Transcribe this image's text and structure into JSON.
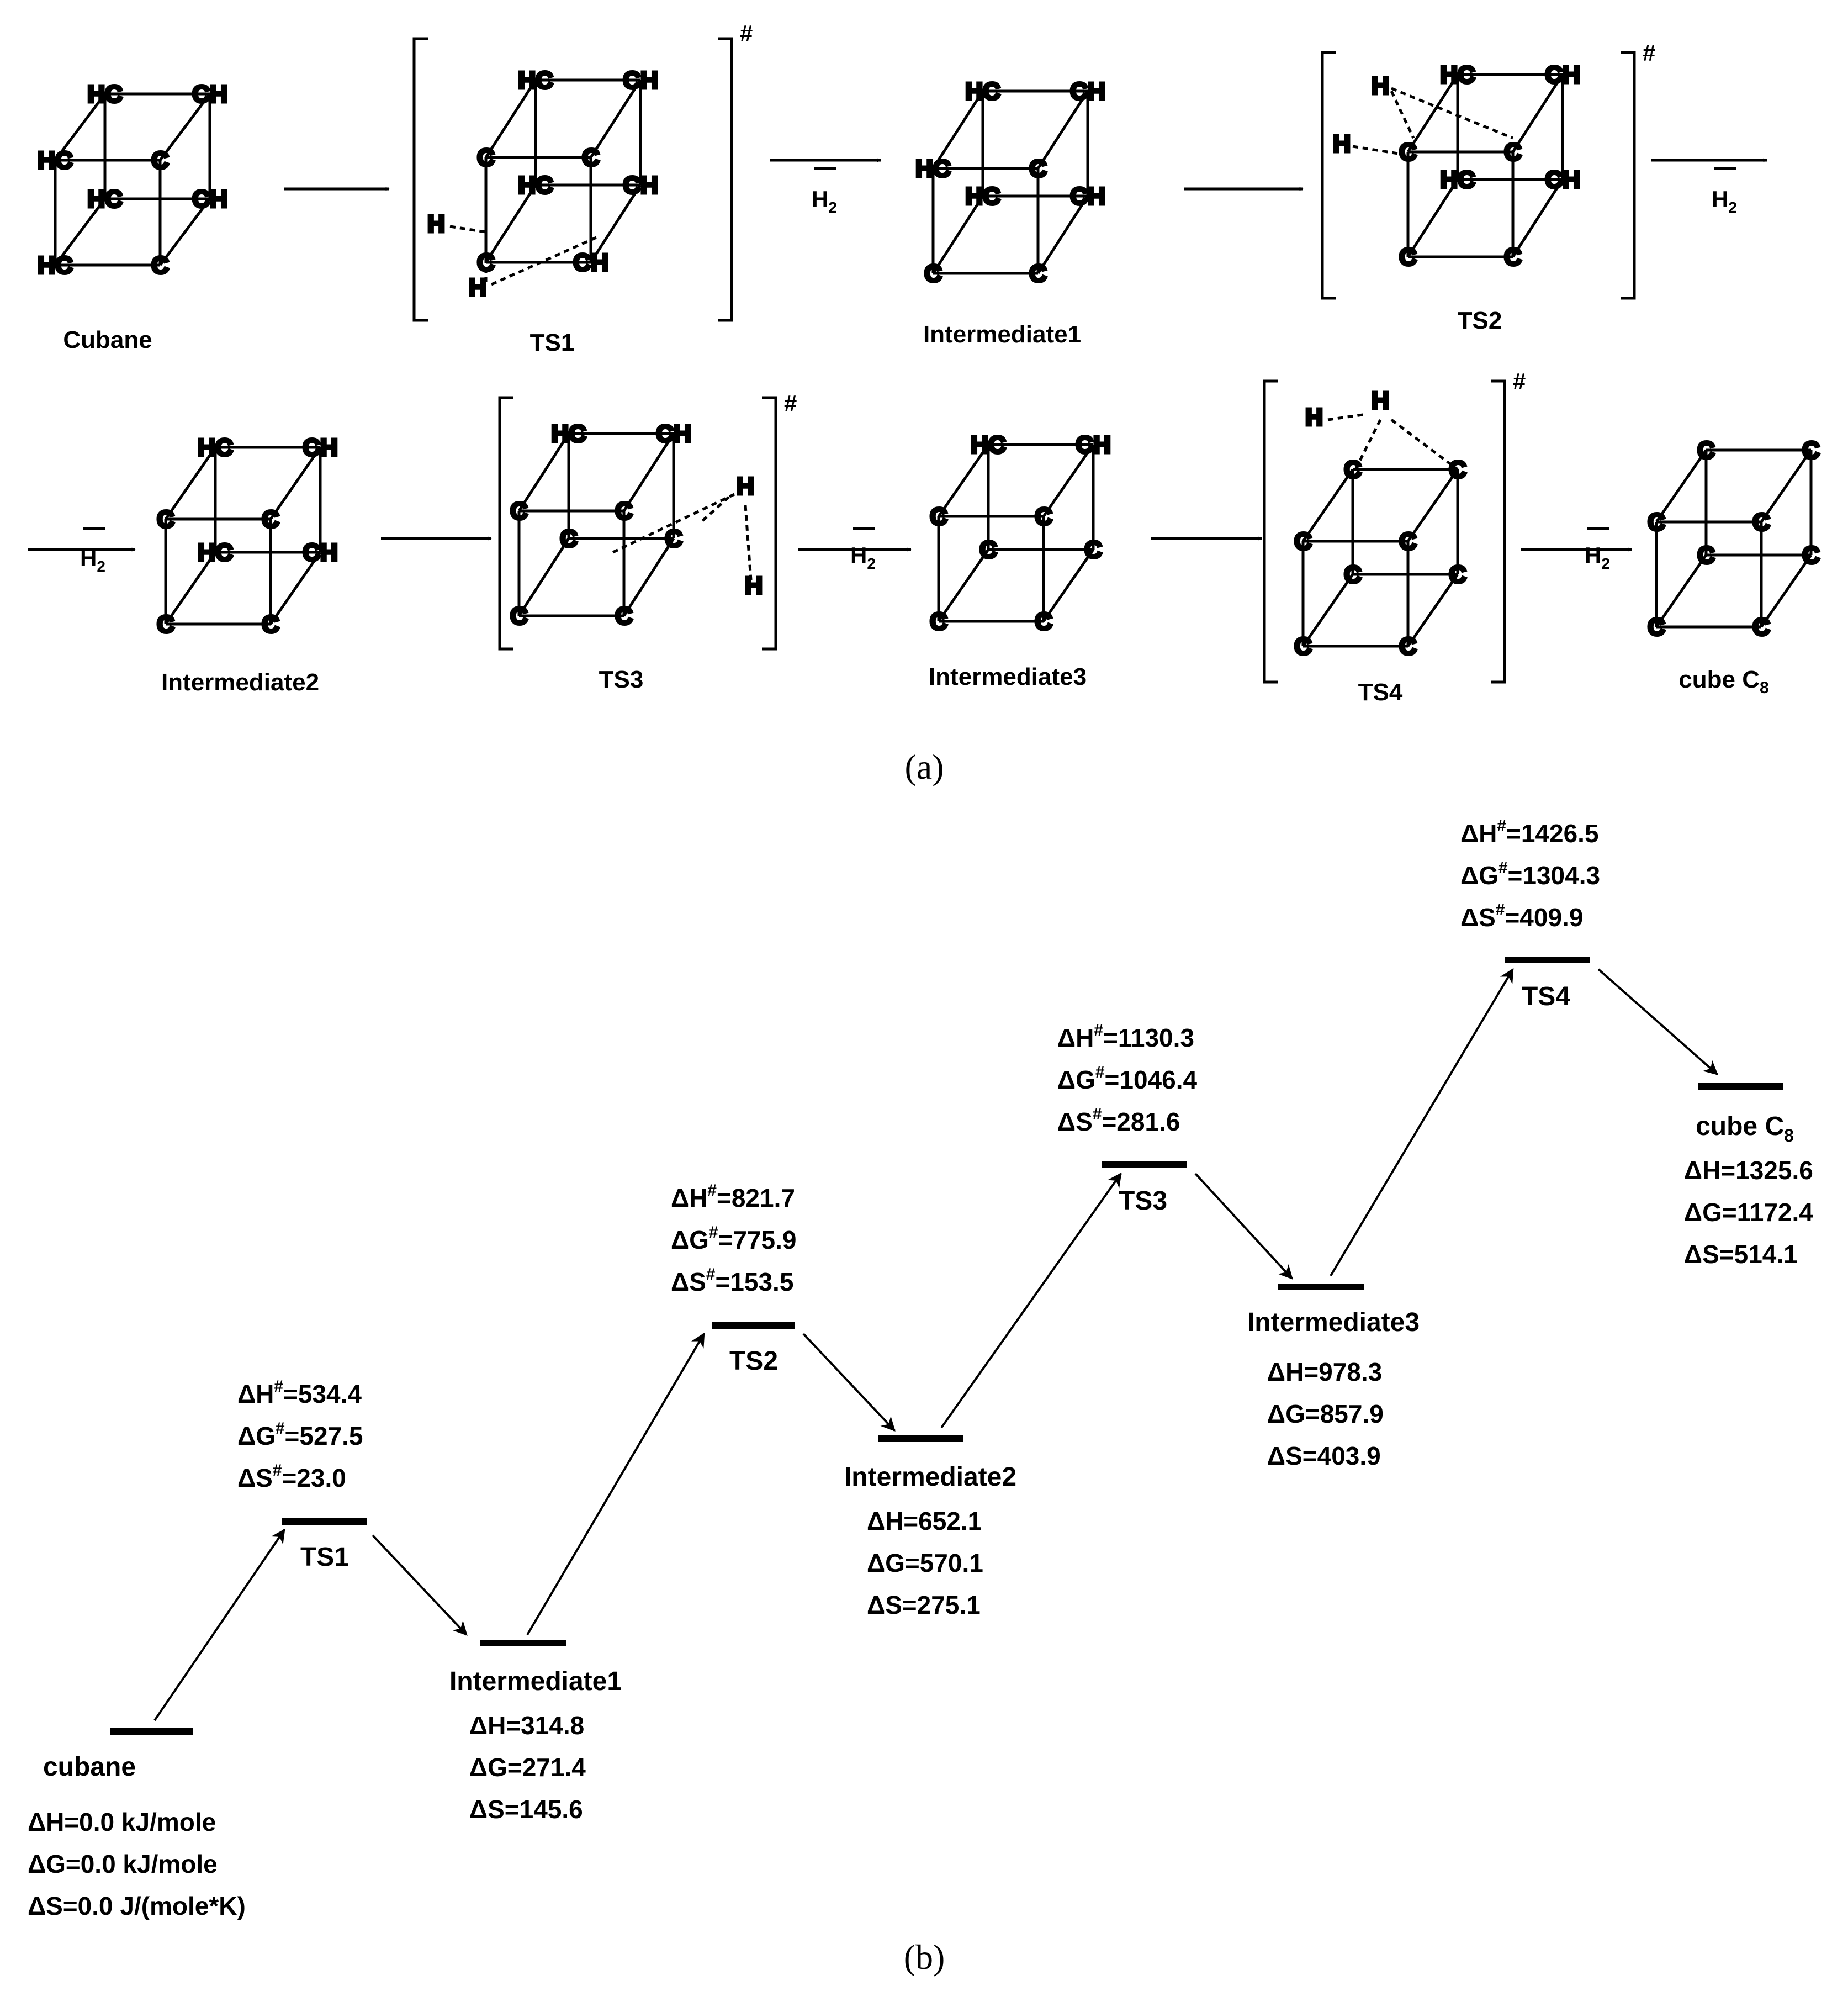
{
  "panels": {
    "a": "(a)",
    "b": "(b)"
  },
  "scheme": {
    "labels": [
      "Cubane",
      "TS1",
      "Intermediate1",
      "TS2",
      "Intermediate2",
      "TS3",
      "Intermediate3",
      "TS4"
    ],
    "cube_label_main": "cube C",
    "cube_label_sub": "8",
    "h2_main": "H",
    "h2_sub": "2",
    "ts_marker": "#",
    "atom_text": [
      "HC",
      "CH",
      "H",
      "C",
      "HC",
      "CH",
      "HC",
      "C",
      "H"
    ]
  },
  "energy_diagram": {
    "species": [
      {
        "name": "cubane",
        "values": [
          "ΔH=0.0 kJ/mole",
          "ΔG=0.0 kJ/mole",
          "ΔS=0.0 J/(mole*K)"
        ]
      },
      {
        "name": "TS1",
        "values": [
          "ΔH#=534.4",
          "ΔG#=527.5",
          "ΔS#=23.0"
        ]
      },
      {
        "name": "Intermediate1",
        "values": [
          "ΔH=314.8",
          "ΔG=271.4",
          "ΔS=145.6"
        ]
      },
      {
        "name": "TS2",
        "values": [
          "ΔH#=821.7",
          "ΔG#=775.9",
          "ΔS#=153.5"
        ]
      },
      {
        "name": "Intermediate2",
        "values": [
          "ΔH=652.1",
          "ΔG=570.1",
          "ΔS=275.1"
        ]
      },
      {
        "name": "TS3",
        "values": [
          "ΔH#=1130.3",
          "ΔG#=1046.4",
          "ΔS#=281.6"
        ]
      },
      {
        "name": "Intermediate3",
        "values": [
          "ΔH=978.3",
          "ΔG=857.9",
          "ΔS=403.9"
        ]
      },
      {
        "name": "TS4",
        "values": [
          "ΔH#=1426.5",
          "ΔG#=1304.3",
          "ΔS#=409.9"
        ]
      },
      {
        "name": "cube C8",
        "values": [
          "ΔH=1325.6",
          "ΔG=1172.4",
          "ΔS=514.1"
        ]
      }
    ]
  }
}
